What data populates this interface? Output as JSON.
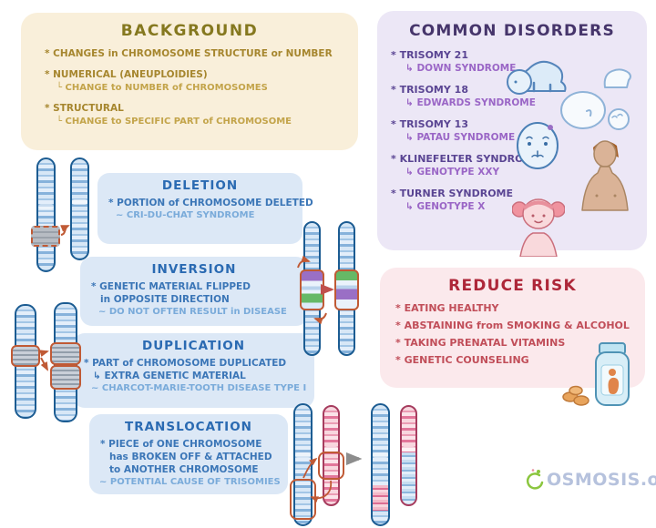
{
  "background": {
    "title": "BACKGROUND",
    "bullet1": "* CHANGES in CHROMOSOME STRUCTURE or NUMBER",
    "bullet2": "* NUMERICAL (ANEUPLOIDIES)",
    "bullet2_sub": "└ CHANGE to NUMBER of CHROMOSOMES",
    "bullet3": "* STRUCTURAL",
    "bullet3_sub": "└ CHANGE to SPECIFIC PART of CHROMOSOME"
  },
  "disorders": {
    "title": "COMMON DISORDERS",
    "items": [
      {
        "name": "* TRISOMY 21",
        "sub": "↳ DOWN SYNDROME"
      },
      {
        "name": "* TRISOMY 18",
        "sub": "↳ EDWARDS SYNDROME"
      },
      {
        "name": "* TRISOMY 13",
        "sub": "↳ PATAU SYNDROME"
      },
      {
        "name": "* KLINEFELTER SYNDROME",
        "sub": "↳ GENOTYPE XXY"
      },
      {
        "name": "* TURNER SYNDROME",
        "sub": "↳ GENOTYPE X"
      }
    ]
  },
  "deletion": {
    "title": "DELETION",
    "line1": "* PORTION of CHROMOSOME DELETED",
    "line2": "~ CRI-DU-CHAT SYNDROME"
  },
  "inversion": {
    "title": "INVERSION",
    "line1": "* GENETIC MATERIAL FLIPPED",
    "line2": "in OPPOSITE DIRECTION",
    "line3": "~ DO NOT OFTEN RESULT in DISEASE"
  },
  "duplication": {
    "title": "DUPLICATION",
    "line1": "* PART of CHROMOSOME DUPLICATED",
    "line2": "↳ EXTRA GENETIC MATERIAL",
    "line3": "~ CHARCOT-MARIE-TOOTH DISEASE TYPE I"
  },
  "translocation": {
    "title": "TRANSLOCATION",
    "line1": "* PIECE of ONE CHROMOSOME",
    "line2": "has BROKEN OFF & ATTACHED",
    "line3": "to ANOTHER CHROMOSOME",
    "line4": "~ POTENTIAL CAUSE OF TRISOMIES"
  },
  "reduce_risk": {
    "title": "REDUCE RISK",
    "bullets": [
      "* EATING HEALTHY",
      "* ABSTAINING from SMOKING & ALCOHOL",
      "* TAKING PRENATAL VITAMINS",
      "* GENETIC COUNSELING"
    ]
  },
  "logo": {
    "text": "OSMOSIS.org"
  },
  "colors": {
    "background_card": "#f9efda",
    "background_title": "#85781f",
    "background_text": "#a6862e",
    "background_subtext": "#c3a44a",
    "disorders_card": "#ece7f6",
    "disorders_title": "#46356b",
    "disorders_text": "#5a4593",
    "disorders_subtext": "#9a66c6",
    "mutation_card": "#dce8f6",
    "mutation_title": "#2a6ab2",
    "mutation_text": "#3b76b7",
    "mutation_subtext": "#7aabda",
    "risk_card": "#fbe9ec",
    "risk_title": "#ae2739",
    "risk_text": "#c14e59",
    "chromosome_blue_border": "#1c5c92",
    "chromosome_pink_border": "#a63c5e",
    "highlight_orange": "#c05a35",
    "inversion_purple": "#9a6fc5",
    "inversion_green": "#66b966",
    "logo_blue": "#b6c2dd",
    "logo_green": "#8bc63f"
  }
}
